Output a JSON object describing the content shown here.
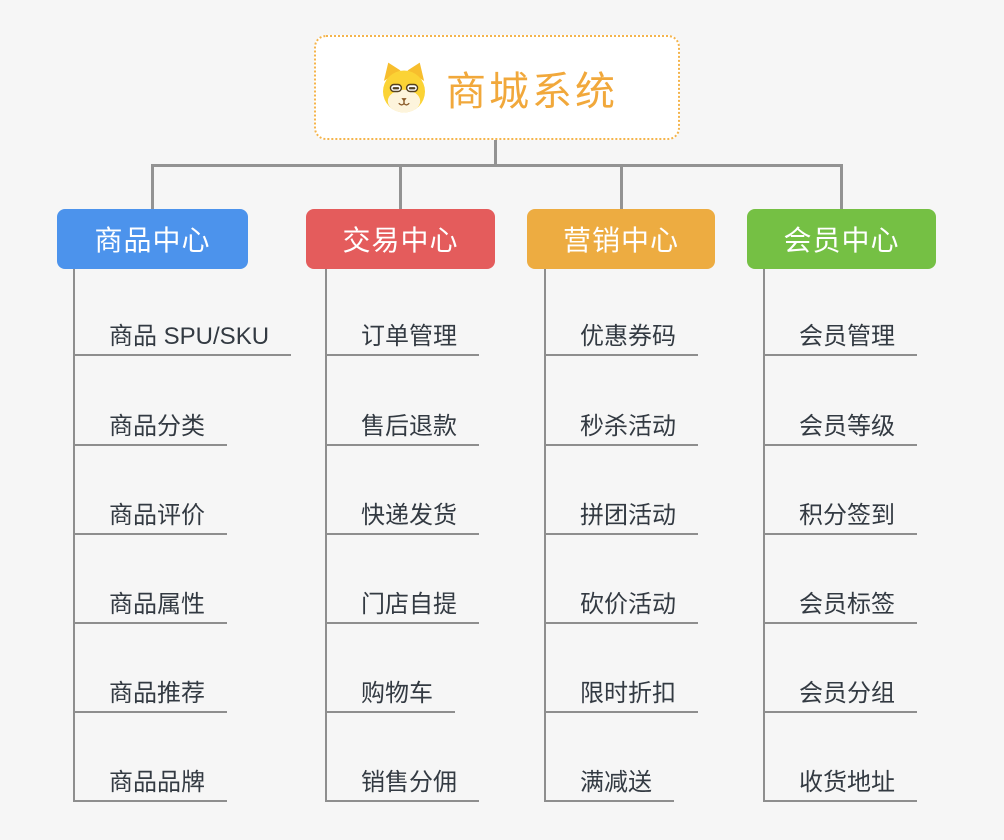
{
  "root": {
    "title": "商城系统",
    "icon": "dog-icon",
    "text_color": "#F1A83B",
    "border_color": "#F4B44C"
  },
  "branches": [
    {
      "label": "商品中心",
      "color": "#4C93EC",
      "items": [
        "商品 SPU/SKU",
        "商品分类",
        "商品评价",
        "商品属性",
        "商品推荐",
        "商品品牌"
      ]
    },
    {
      "label": "交易中心",
      "color": "#E45C5C",
      "items": [
        "订单管理",
        "售后退款",
        "快递发货",
        "门店自提",
        "购物车",
        "销售分佣"
      ]
    },
    {
      "label": "营销中心",
      "color": "#EDAC41",
      "items": [
        "优惠券码",
        "秒杀活动",
        "拼团活动",
        "砍价活动",
        "限时折扣",
        "满减送"
      ]
    },
    {
      "label": "会员中心",
      "color": "#75C044",
      "items": [
        "会员管理",
        "会员等级",
        "积分签到",
        "会员标签",
        "会员分组",
        "收货地址"
      ]
    }
  ],
  "palette": {
    "background": "#F6F6F6",
    "connector": "#939393",
    "item_line": "#8E8E8E",
    "item_text": "#333A42"
  }
}
